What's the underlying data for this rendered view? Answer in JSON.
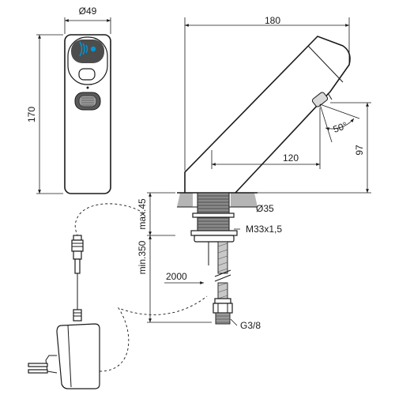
{
  "dimensions": {
    "body_diameter": "Ø49",
    "body_height": "170",
    "spout_length": "180",
    "spout_reach": "120",
    "spout_height": "97",
    "spout_angle": "50°",
    "max_deck_thickness": "max.45",
    "hole_diameter": "Ø35",
    "thread": "M33x1,5",
    "min_length": "min.350",
    "cable_length": "2000",
    "connection": "G3/8"
  },
  "colors": {
    "line": "#1a1a1a",
    "deck": "#b5b5b5",
    "thread": "#777777",
    "sensor_window": "#4d4d4d",
    "sensor_icon": "#0096d6"
  },
  "icons": {
    "sensor": "wireless-sensor-icon"
  }
}
